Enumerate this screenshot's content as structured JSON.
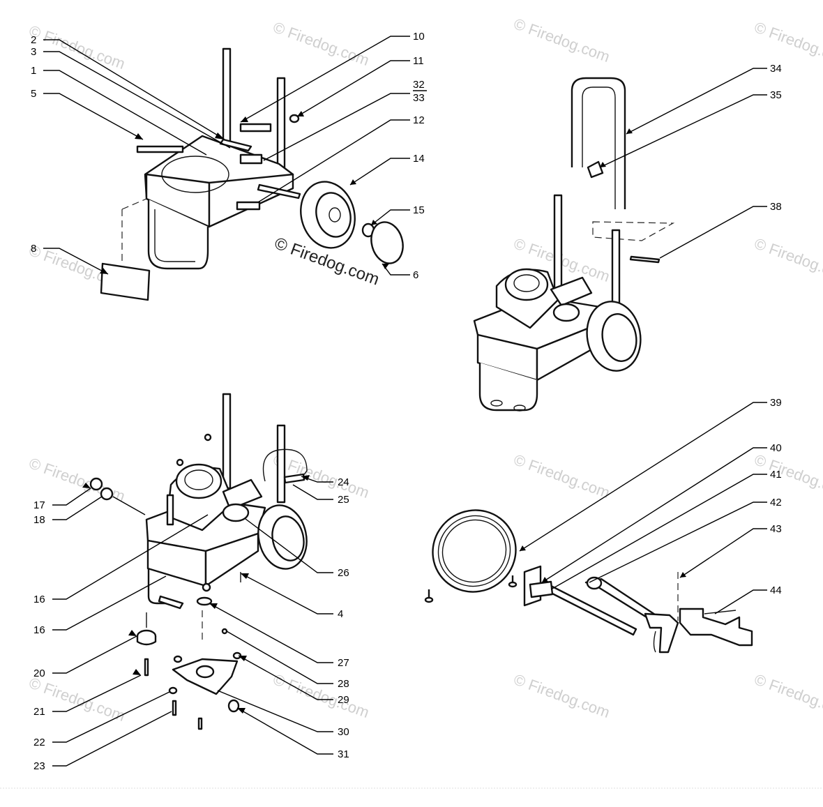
{
  "watermark": {
    "center_text": "© Firedog.com",
    "tile_text": "© Firedog.com"
  },
  "callouts": [
    {
      "id": "c2",
      "label": "2"
    },
    {
      "id": "c3",
      "label": "3"
    },
    {
      "id": "c1",
      "label": "1"
    },
    {
      "id": "c5",
      "label": "5"
    },
    {
      "id": "c8",
      "label": "8"
    },
    {
      "id": "c10",
      "label": "10"
    },
    {
      "id": "c11",
      "label": "11"
    },
    {
      "id": "c32",
      "label": "32"
    },
    {
      "id": "c33",
      "label": "33"
    },
    {
      "id": "c12",
      "label": "12"
    },
    {
      "id": "c14",
      "label": "14"
    },
    {
      "id": "c15",
      "label": "15"
    },
    {
      "id": "c6",
      "label": "6"
    },
    {
      "id": "c34",
      "label": "34"
    },
    {
      "id": "c35",
      "label": "35"
    },
    {
      "id": "c38",
      "label": "38"
    },
    {
      "id": "c39",
      "label": "39"
    },
    {
      "id": "c40",
      "label": "40"
    },
    {
      "id": "c41",
      "label": "41"
    },
    {
      "id": "c42",
      "label": "42"
    },
    {
      "id": "c43",
      "label": "43"
    },
    {
      "id": "c44",
      "label": "44"
    },
    {
      "id": "c17",
      "label": "17"
    },
    {
      "id": "c18",
      "label": "18"
    },
    {
      "id": "c24",
      "label": "24"
    },
    {
      "id": "c25",
      "label": "25"
    },
    {
      "id": "c26",
      "label": "26"
    },
    {
      "id": "c16a",
      "label": "16"
    },
    {
      "id": "c16b",
      "label": "16"
    },
    {
      "id": "c4",
      "label": "4"
    },
    {
      "id": "c20",
      "label": "20"
    },
    {
      "id": "c27",
      "label": "27"
    },
    {
      "id": "c28",
      "label": "28"
    },
    {
      "id": "c21",
      "label": "21"
    },
    {
      "id": "c29",
      "label": "29"
    },
    {
      "id": "c22",
      "label": "22"
    },
    {
      "id": "c30",
      "label": "30"
    },
    {
      "id": "c23",
      "label": "23"
    },
    {
      "id": "c31",
      "label": "31"
    }
  ]
}
